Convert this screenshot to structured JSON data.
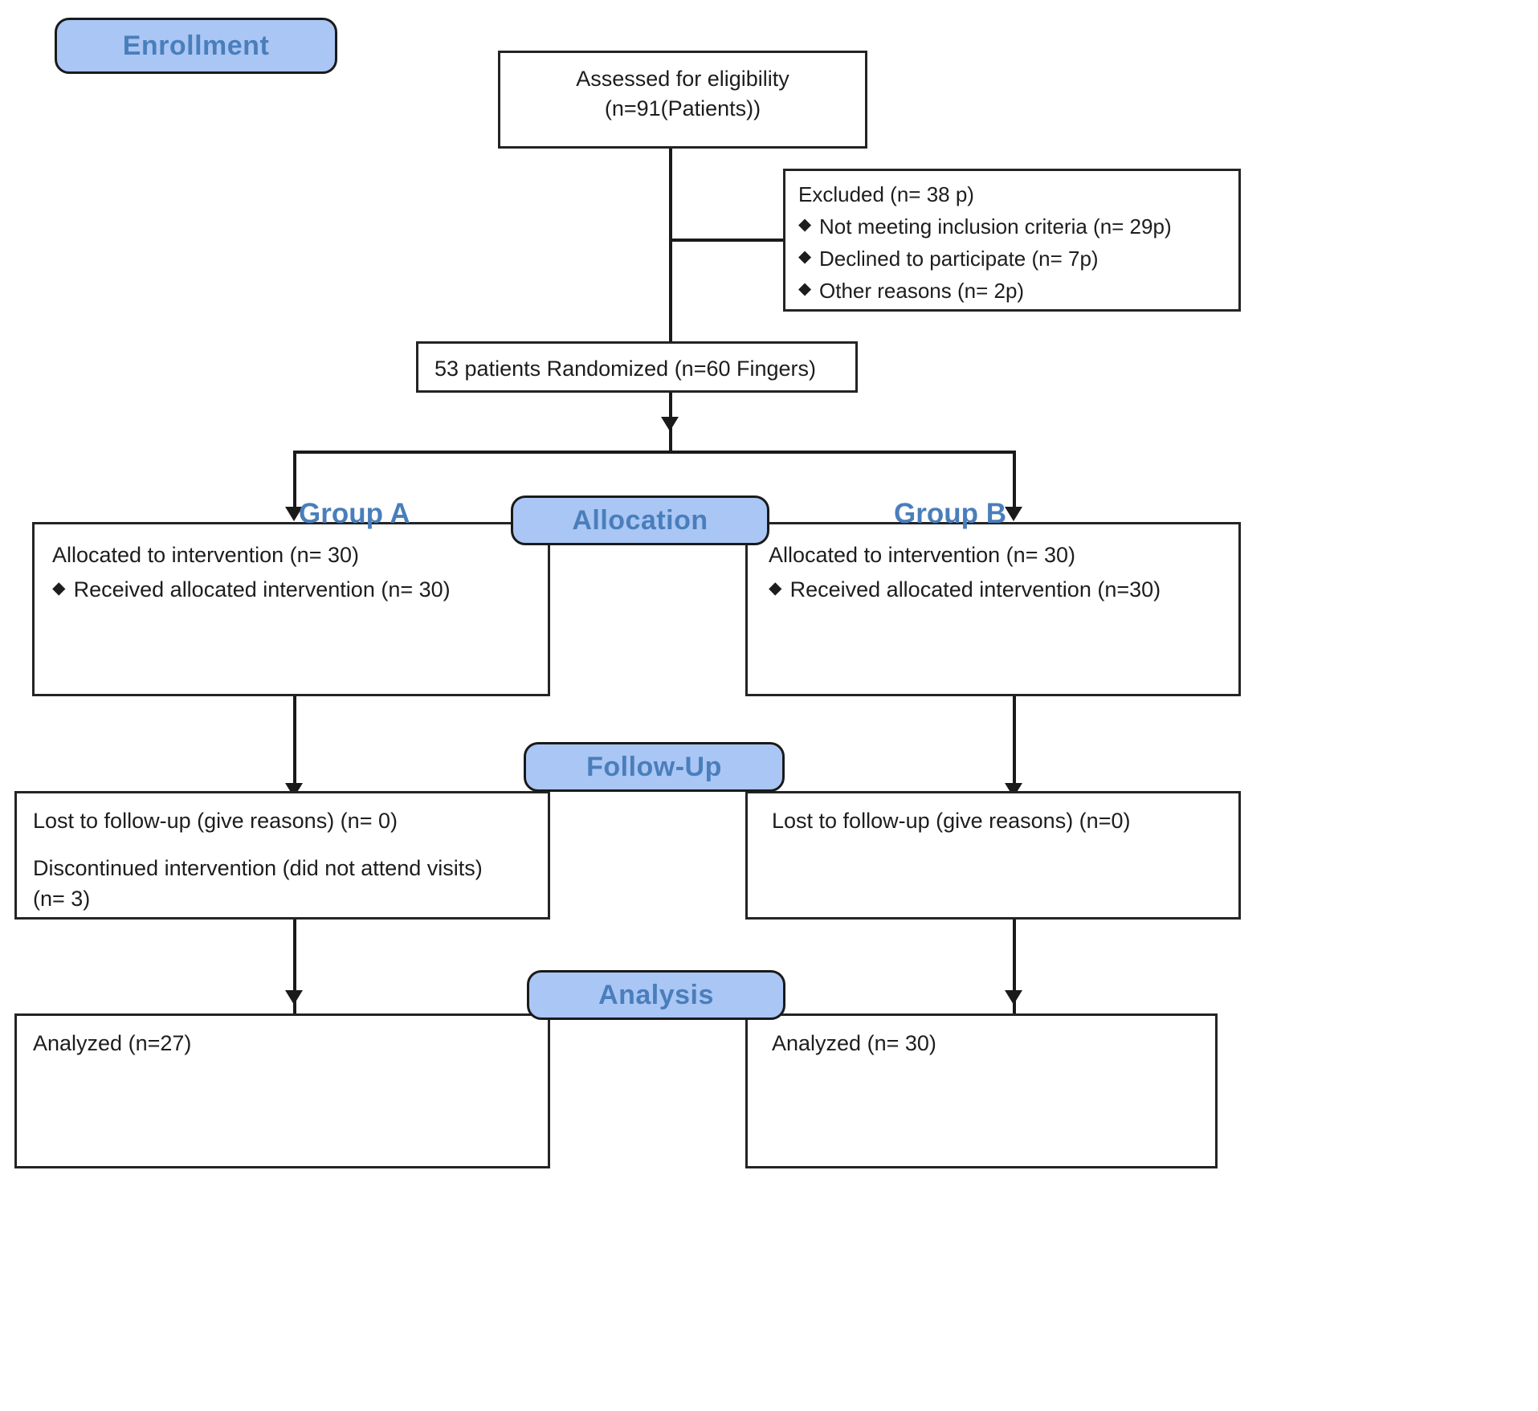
{
  "diagram": {
    "type": "consort-flow-diagram",
    "accent_color": "#4a7ebb",
    "banner_fill": "#a9c6f5",
    "box_border_color": "#242424",
    "bullet_glyph": "♦"
  },
  "stages": {
    "enrollment": "Enrollment",
    "allocation": "Allocation",
    "followup": "Follow-Up",
    "analysis": "Analysis"
  },
  "group_labels": {
    "group_a": "Group A",
    "group_b": "Group B"
  },
  "enrollment": {
    "assessed": {
      "line1": "Assessed for eligibility",
      "line2": "(n=91(Patients))"
    },
    "excluded": {
      "title": "Excluded (n= 38 p)",
      "reasons": [
        "Not meeting inclusion criteria (n= 29p)",
        "Declined to participate (n= 7p)",
        "Other reasons (n= 2p)"
      ]
    },
    "randomized": "53 patients Randomized (n=60 Fingers)"
  },
  "allocation": {
    "left": {
      "title": "Allocated to intervention (n= 30)",
      "bullets": [
        "Received allocated intervention (n= 30)"
      ]
    },
    "right": {
      "title": "Allocated to intervention (n= 30)",
      "bullets": [
        "Received allocated intervention (n=30)"
      ]
    }
  },
  "followup": {
    "left": {
      "lost": "Lost to follow-up (give reasons) (n= 0)",
      "discontinued_line1": "Discontinued intervention (did not attend visits)",
      "discontinued_line2": "(n= 3)"
    },
    "right": {
      "lost": "Lost to follow-up (give reasons) (n=0)"
    }
  },
  "analysis": {
    "left": {
      "analyzed": "Analyzed (n=27)"
    },
    "right": {
      "analyzed": "Analyzed (n= 30)"
    }
  }
}
